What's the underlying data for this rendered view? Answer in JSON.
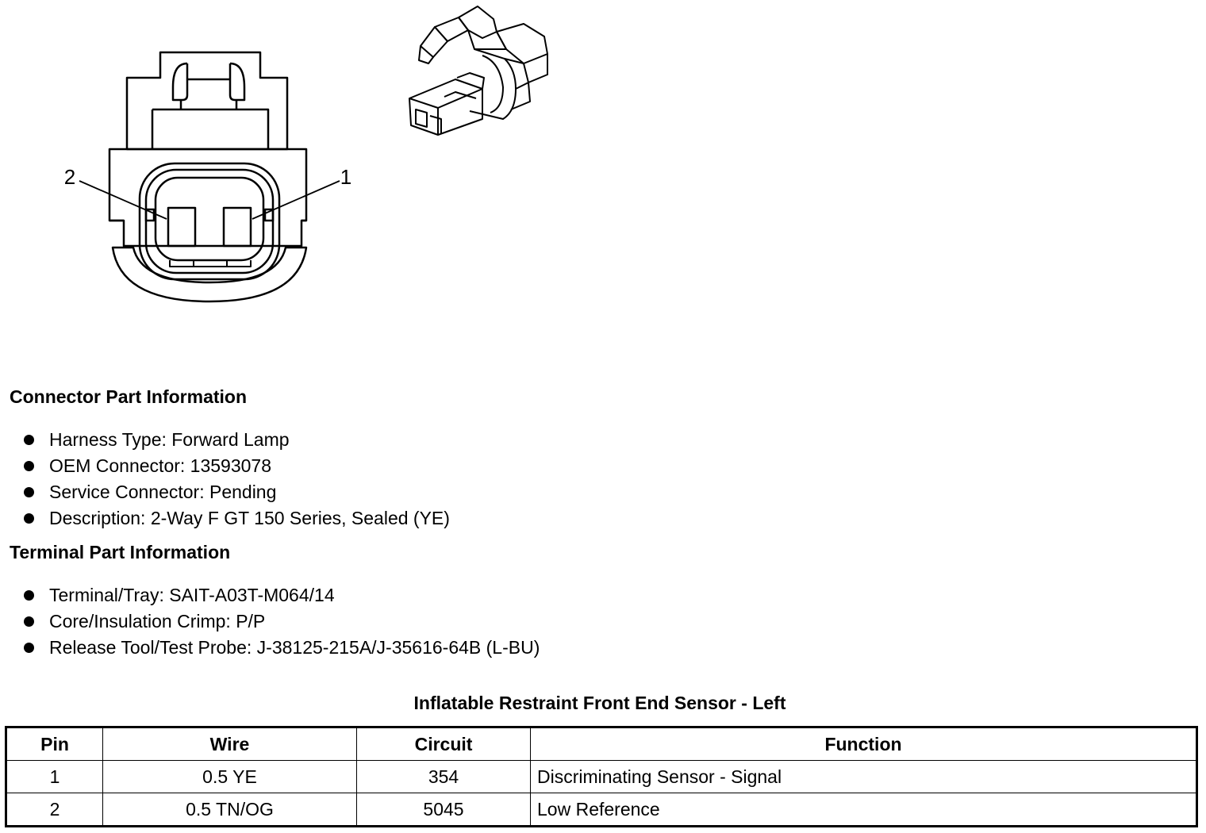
{
  "diagram": {
    "pin_labels": [
      "2",
      "1"
    ]
  },
  "connector_info": {
    "heading": "Connector Part Information",
    "items": [
      "Harness Type: Forward Lamp",
      "OEM Connector: 13593078",
      "Service Connector: Pending",
      "Description: 2-Way F GT 150 Series, Sealed (YE)"
    ]
  },
  "terminal_info": {
    "heading": "Terminal Part Information",
    "items": [
      "Terminal/Tray: SAIT-A03T-M064/14",
      "Core/Insulation Crimp: P/P",
      "Release Tool/Test Probe: J-38125-215A/J-35616-64B (L-BU)"
    ]
  },
  "table": {
    "title": "Inflatable Restraint Front End Sensor - Left",
    "headers": [
      "Pin",
      "Wire",
      "Circuit",
      "Function"
    ],
    "rows": [
      [
        "1",
        "0.5 YE",
        "354",
        "Discriminating Sensor - Signal"
      ],
      [
        "2",
        "0.5 TN/OG",
        "5045",
        "Low Reference"
      ]
    ]
  }
}
